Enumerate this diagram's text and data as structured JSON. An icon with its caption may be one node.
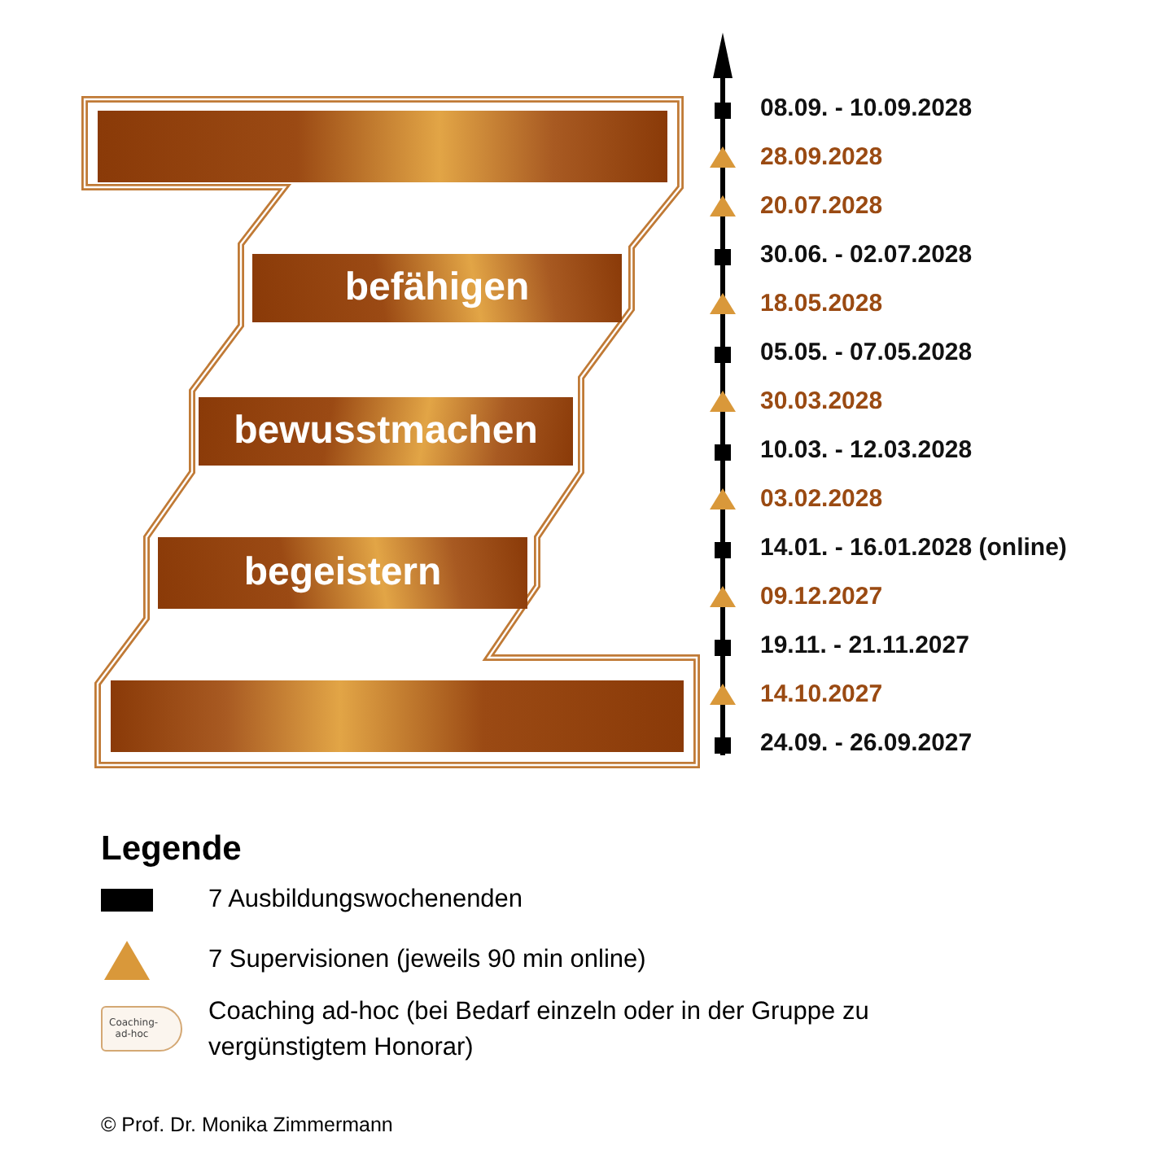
{
  "diagram": {
    "nodes": [
      {
        "text": [],
        "shape": "bar"
      },
      {
        "text": [
          "befähigen"
        ]
      },
      {
        "text": [
          "bewusstmachen"
        ]
      },
      {
        "text": [
          "begeistern"
        ]
      },
      {
        "text": [],
        "shape": "bar"
      }
    ],
    "labels": [
      "08.09. - 10.09.2028",
      "28.09.2028",
      "20.07.2028",
      "30.06. - 02.07.2028",
      "18.05.2028",
      "05.05. - 07.05.2028",
      "30.03.2028",
      "10.03. - 12.03.2028",
      "03.02.2028",
      "14.01. - 16.01.2028 (online)",
      "09.12.2027",
      "19.11. - 21.11.2027",
      "14.10.2027",
      "24.09. - 26.09.2027",
      "Legende",
      "Coaching-ad-hoc",
      "© Prof. Dr. Monika Zimmermann"
    ],
    "legend": [
      {
        "text": "7 Ausbildungswochenenden"
      },
      {
        "text": "7 Supervisionen (jeweils 90 min online)"
      },
      {
        "text": "Coaching ad-hoc (bei Bedarf einzeln oder in der Gruppe zu vergünstigtem Honorar)"
      }
    ]
  }
}
